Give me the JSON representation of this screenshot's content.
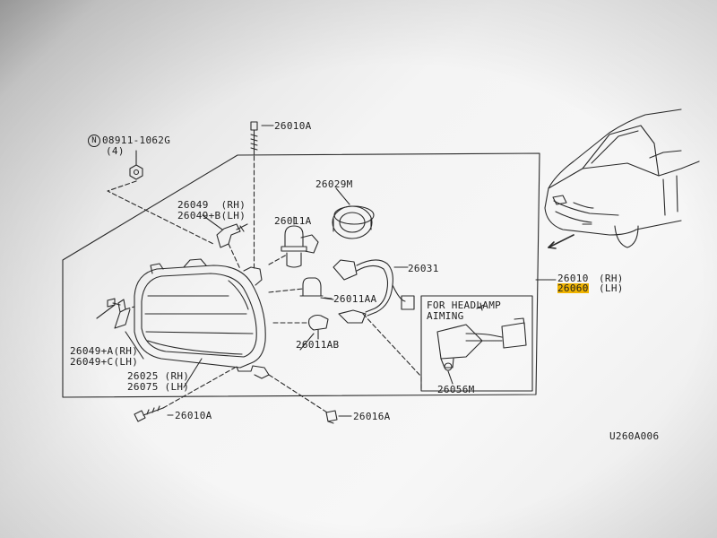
{
  "parts": {
    "nut_marker": "N",
    "nut_number": "08911-1062G",
    "nut_qty": "(4)",
    "bolt_top": "26010A",
    "bulb_cover": "26029M",
    "bracket_rh": "26049  (RH)",
    "bracket_lh": "26049+B(LH)",
    "bulb_26011a": "26011A",
    "harness": "26031",
    "bulb_26011aa": "26011AA",
    "bulb_26011ab": "26011AB",
    "bracket2_rh": "26049+A(RH)",
    "bracket2_lh": "26049+C(LH)",
    "lens_rh": "26025 (RH)",
    "lens_lh": "26075 (LH)",
    "bolt_bottom": "26010A",
    "clip_bottom": "26016A",
    "assy_rh_num": "26010",
    "assy_rh_side": "(RH)",
    "assy_lh_num": "26060",
    "assy_lh_side": "(LH)",
    "aiming_title_1": "FOR HEADLAMP",
    "aiming_title_2": "AIMING",
    "aiming_motor": "26056M",
    "diagram_code": "U260A006"
  },
  "colors": {
    "highlight": "#f0b400",
    "line": "#2a2a2a"
  }
}
